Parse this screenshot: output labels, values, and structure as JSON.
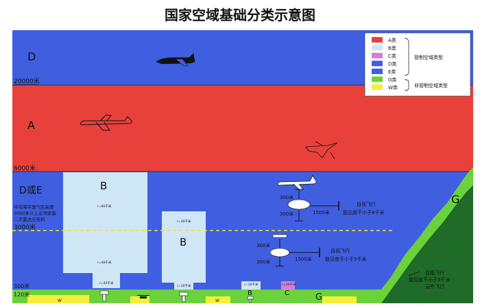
{
  "title": "国家空域基础分类示意图",
  "legend": {
    "items": [
      {
        "label": "A类",
        "color": "#e8413c"
      },
      {
        "label": "B类",
        "color": "#cfe6f7"
      },
      {
        "label": "C类",
        "color": "#d580d8"
      },
      {
        "label": "D类",
        "color": "#3f5fe0"
      },
      {
        "label": "E类",
        "color": "#3f5fe0"
      },
      {
        "label": "G类",
        "color": "#6bd23b"
      },
      {
        "label": "W类",
        "color": "#f5ef3a"
      }
    ],
    "controlled": "管制空域类型",
    "uncontrolled": "非管制空域类型"
  },
  "altitudes": {
    "a20000": "20000米",
    "a6000": "6000米",
    "a3000": "3000米",
    "a300": "300米",
    "a120": "120米"
  },
  "zones": {
    "D": "D",
    "A": "A",
    "DE": "D或E",
    "B_large": "B",
    "B_mid": "B",
    "B_small": "B",
    "C": "C",
    "G_ground": "G",
    "G_right": "G",
    "W1": "W",
    "W2": "W"
  },
  "notes": {
    "pressure": [
      "平均海平面气压高度",
      "3000米以上必须安装",
      "二次雷达应答机"
    ],
    "b1_top": "r=60千米",
    "b1_mid": "r=40千米",
    "b1_low": "r=20千米",
    "b2_top": "r=30千米",
    "b2_low": "r=10千米",
    "b3": "r=10千米",
    "c1": "r=10千米"
  },
  "vfr_upper": {
    "above": "300米",
    "below": "300米",
    "dist": "1500米",
    "label1": "目视飞行",
    "label2": "能见度不小于8千米"
  },
  "vfr_lower": {
    "above": "300米",
    "below": "300米",
    "dist": "1500米",
    "label1": "目视飞行",
    "label2": "能见度不小于5千米"
  },
  "vfr_g": {
    "label1": "目视飞行",
    "label2": "能见度不小于5千米",
    "label3": "云外飞行"
  },
  "colors": {
    "blue": "#3f5fe0",
    "red": "#e8413c",
    "lightblue": "#cfe6f7",
    "green": "#6bd23b",
    "darkgreen": "#1f6b28",
    "yellow": "#f5ef3a",
    "magenta": "#d580d8",
    "dash": "#f2e51a"
  }
}
